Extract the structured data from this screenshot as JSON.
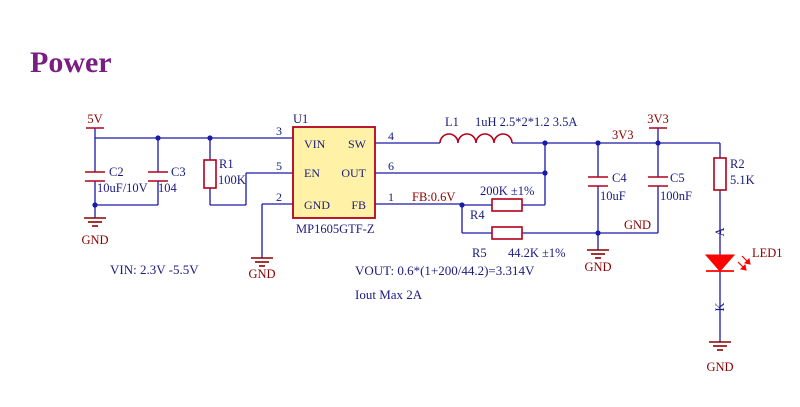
{
  "title": "Power",
  "colors": {
    "title": "#7a1f82",
    "wire": "#1a1aa8",
    "part": "#b3001b",
    "text": "#1a1a80",
    "net": "#8b0000",
    "ic_fill": "#fff2a6",
    "led": "#ff0000",
    "gnd": "#8b0000"
  },
  "power_ports": {
    "in": "5V",
    "out": "3V3"
  },
  "net_labels": {
    "vout": "3V3",
    "fb": "FB:0.6V",
    "gnd_right": "GND"
  },
  "ic": {
    "ref": "U1",
    "part": "MP1605GTF-Z",
    "pins_left": [
      {
        "num": "3",
        "name": "VIN"
      },
      {
        "num": "5",
        "name": "EN"
      },
      {
        "num": "2",
        "name": "GND"
      }
    ],
    "pins_right": [
      {
        "num": "4",
        "name": "SW"
      },
      {
        "num": "6",
        "name": "OUT"
      },
      {
        "num": "1",
        "name": "FB"
      }
    ]
  },
  "components": {
    "c2": {
      "ref": "C2",
      "value": "10uF/10V"
    },
    "c3": {
      "ref": "C3",
      "value": "104"
    },
    "r1": {
      "ref": "R1",
      "value": "100K"
    },
    "l1": {
      "ref": "L1",
      "value": "1uH 2.5*2*1.2 3.5A"
    },
    "r4": {
      "ref": "R4",
      "value": "200K ±1%"
    },
    "r5": {
      "ref": "R5",
      "value": "44.2K ±1%"
    },
    "c4": {
      "ref": "C4",
      "value": "10uF"
    },
    "c5": {
      "ref": "C5",
      "value": "100nF"
    },
    "r2": {
      "ref": "R2",
      "value": "5.1K"
    },
    "led1": {
      "ref": "LED1",
      "anode": "A",
      "cathode": "K"
    }
  },
  "gnd_label": "GND",
  "notes": {
    "vin": "VIN:  2.3V -5.5V",
    "vout": "VOUT:  0.6*(1+200/44.2)=3.314V",
    "iout": "Iout   Max 2A"
  }
}
